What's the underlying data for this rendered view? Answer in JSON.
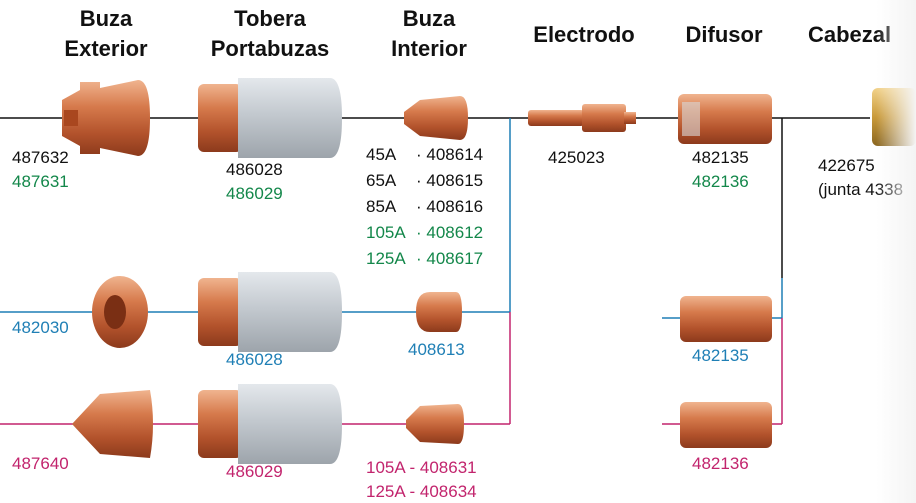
{
  "headers": {
    "buza_exterior": [
      "Buza",
      "Exterior"
    ],
    "tobera": [
      "Tobera",
      "Portabuzas"
    ],
    "buza_interior": [
      "Buza",
      "Interior"
    ],
    "electrodo": "Electrodo",
    "difusor": "Difusor",
    "cabezal": "Cabezal"
  },
  "row1": {
    "buza_exterior": [
      "487632",
      "487631"
    ],
    "tobera": [
      "486028",
      "486029"
    ],
    "buza_interior": [
      {
        "amp": "45A",
        "part": "· 408614",
        "color": "#111111"
      },
      {
        "amp": "65A",
        "part": "· 408615",
        "color": "#111111"
      },
      {
        "amp": "85A",
        "part": "· 408616",
        "color": "#111111"
      },
      {
        "amp": "105A",
        "part": "· 408612",
        "color": "#13874a"
      },
      {
        "amp": "125A",
        "part": "· 408617",
        "color": "#13874a"
      }
    ],
    "electrodo": "425023",
    "difusor": [
      "482135",
      "482136"
    ],
    "cabezal": [
      "422675",
      "(junta 4338"
    ]
  },
  "row2": {
    "buza_exterior": "482030",
    "tobera": "486028",
    "buza_interior": "408613",
    "difusor": "482135"
  },
  "row3": {
    "buza_exterior": "487640",
    "tobera": "486029",
    "buza_interior": [
      "105A - 408631",
      "125A - 408634"
    ],
    "difusor": "482136"
  },
  "colors": {
    "black": "#111111",
    "green": "#13874a",
    "blue": "#1f7fb5",
    "magenta": "#c2246d",
    "copper": "#c8663c",
    "gray_part": "#b9bfc6"
  },
  "icons": [
    "outer-nozzle-icon",
    "nozzle-holder-icon",
    "inner-nozzle-icon",
    "electrode-icon",
    "diffuser-icon",
    "torch-head-icon"
  ]
}
